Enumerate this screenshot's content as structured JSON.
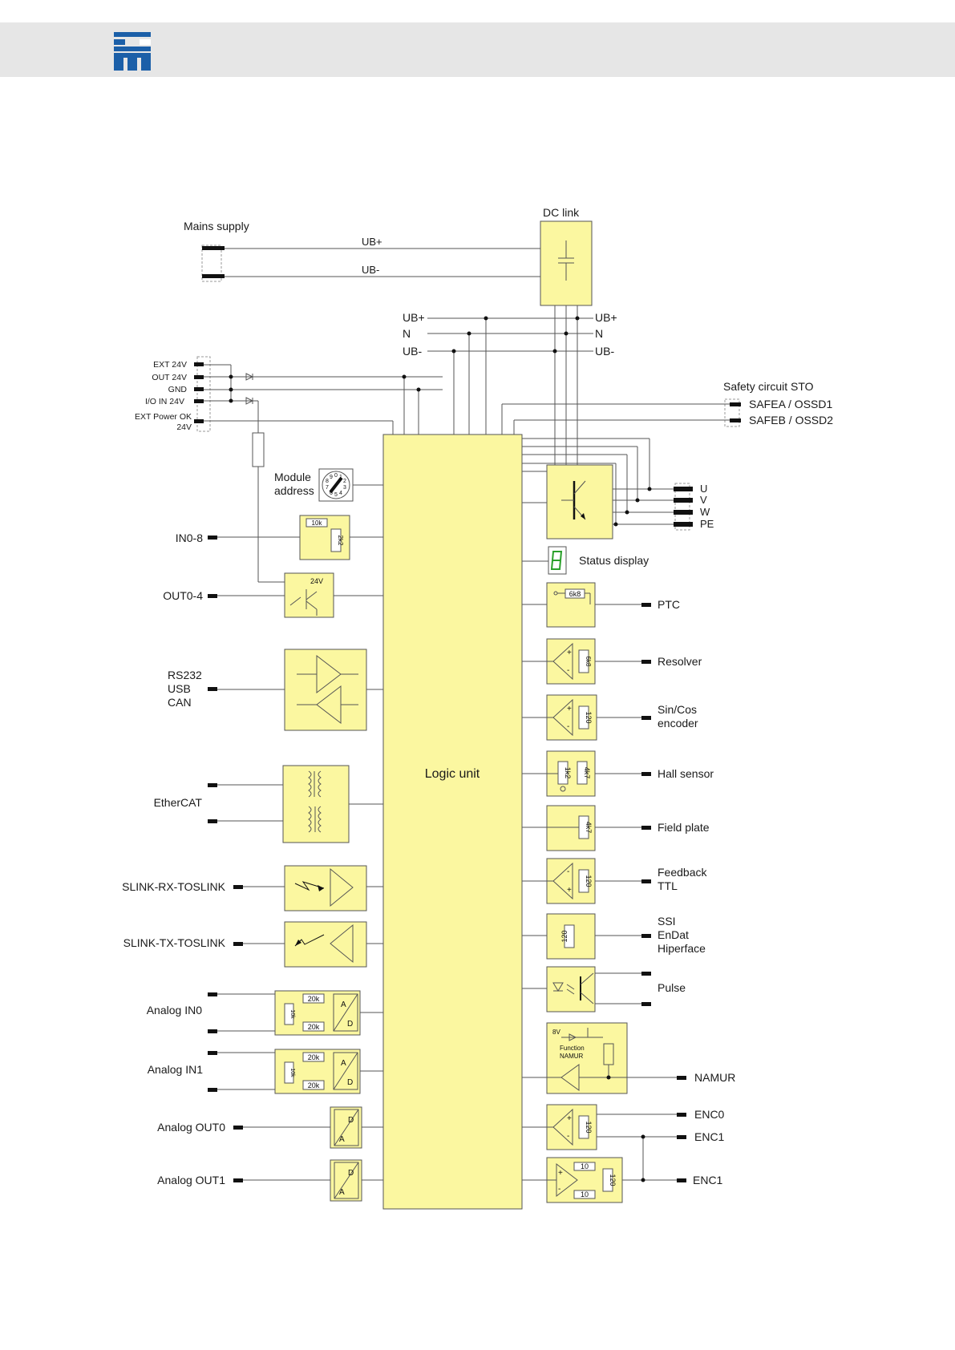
{
  "colors": {
    "header_bg": "#e6e6e6",
    "logo": "#1b5fa8",
    "box_fill": "#fbf7a0",
    "box_stroke": "#555555",
    "wire": "#555555",
    "terminal": "#111111",
    "status_display": "#2aa02a"
  },
  "top": {
    "mains_supply": "Mains supply",
    "dc_link": "DC link",
    "ub_plus": "UB+",
    "ub_minus": "UB-",
    "bus_ub_plus": "UB+",
    "bus_n": "N",
    "bus_ub_minus": "UB-",
    "bus_ub_plus_r": "UB+",
    "bus_n_r": "N",
    "bus_ub_minus_r": "UB-"
  },
  "left_terminals": {
    "ext24": "EXT 24V",
    "out24": "OUT 24V",
    "gnd": "GND",
    "io24": "I/O IN 24V",
    "extok": "EXT Power OK",
    "extok2": "24V"
  },
  "module": {
    "line1": "Module",
    "line2": "address",
    "digits": [
      "0",
      "1",
      "2",
      "3",
      "4",
      "5",
      "6",
      "7",
      "8",
      "9"
    ]
  },
  "left_io": {
    "in08": "IN0-8",
    "out04": "OUT0-4",
    "rs232": "RS232",
    "usb": "USB",
    "can": "CAN",
    "ethercat": "EtherCAT",
    "slink_rx": "SLINK-RX-TOSLINK",
    "slink_tx": "SLINK-TX-TOSLINK",
    "ain0": "Analog IN0",
    "ain1": "Analog IN1",
    "aout0": "Analog OUT0",
    "aout1": "Analog OUT1"
  },
  "box_text": {
    "r10k": "10k",
    "r2k2": "2k2",
    "v24": "24V",
    "r20k": "20k",
    "r10k_v": "10k",
    "a": "A",
    "d": "D",
    "r6k8": "6k8",
    "r120": "120",
    "r1k2": "1k2",
    "r4k7": "4k7",
    "plus": "+",
    "minus": "-",
    "v8": "8V",
    "function": "Function",
    "namur_box": "NAMUR",
    "r10": "10"
  },
  "center": {
    "logic_unit": "Logic unit"
  },
  "right": {
    "sto": "Safety circuit STO",
    "safea": "SAFEA / OSSD1",
    "safeb": "SAFEB / OSSD2",
    "u": "U",
    "v": "V",
    "w": "W",
    "pe": "PE",
    "status_display": "Status display",
    "ptc": "PTC",
    "resolver": "Resolver",
    "sincos1": "Sin/Cos",
    "sincos2": "encoder",
    "hall": "Hall sensor",
    "field_plate": "Field plate",
    "feedback1": "Feedback",
    "feedback2": "TTL",
    "ssi1": "SSI",
    "ssi2": "EnDat",
    "ssi3": "Hiperface",
    "pulse": "Pulse",
    "namur": "NAMUR",
    "enc0": "ENC0",
    "enc1a": "ENC1",
    "enc1b": "ENC1"
  }
}
